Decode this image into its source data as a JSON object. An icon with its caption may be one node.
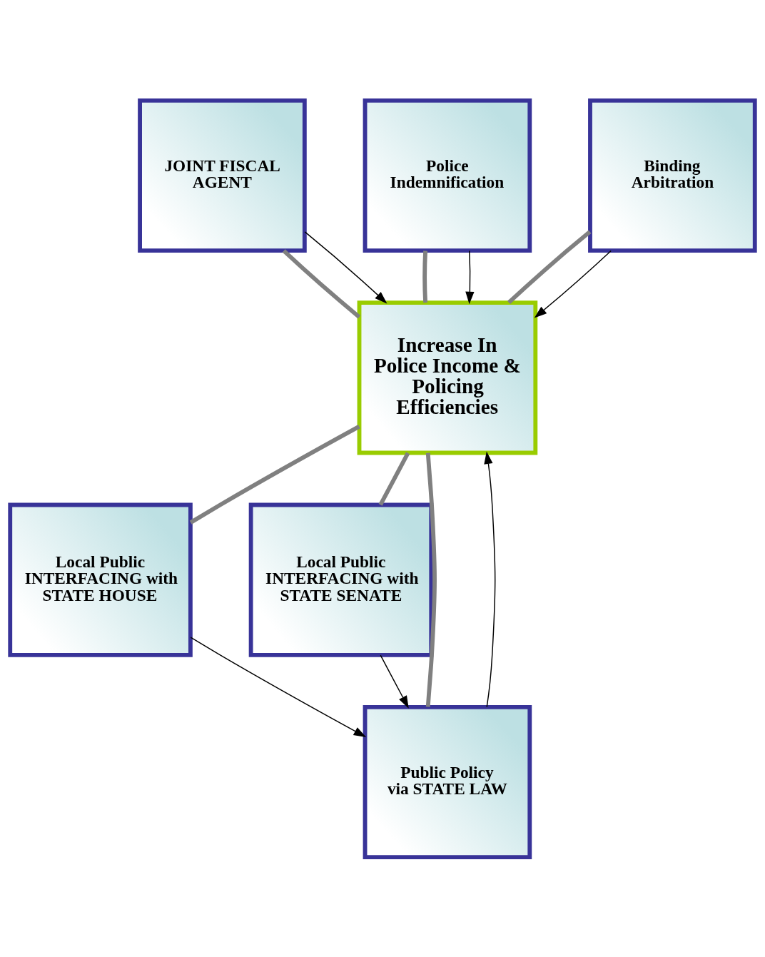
{
  "diagram": {
    "nodes": [
      {
        "text": [
          "JOINT FISCAL AGENT"
        ]
      },
      {
        "text": [
          "Police Indemnification"
        ]
      },
      {
        "text": [
          "Binding Arbitration"
        ]
      },
      {
        "text": [
          "Increase In Police Income & Policing Efficiencies"
        ]
      },
      {
        "text": [
          "Local Public INTERFACING with STATE HOUSE"
        ]
      },
      {
        "text": [
          "Local Public INTERFACING with STATE SENATE"
        ]
      },
      {
        "text": [
          "Public Policy via STATE LAW"
        ]
      }
    ],
    "edges": [
      {
        "from": 0,
        "to": 3,
        "arrow": "none",
        "style": "thick",
        "color": "#808080"
      },
      {
        "from": 1,
        "to": 3,
        "arrow": "none",
        "style": "thick",
        "color": "#808080"
      },
      {
        "from": 2,
        "to": 3,
        "arrow": "none",
        "style": "thick",
        "color": "#808080"
      },
      {
        "from": 3,
        "to": 4,
        "arrow": "none",
        "style": "thick",
        "color": "#808080"
      },
      {
        "from": 3,
        "to": 5,
        "arrow": "none",
        "style": "thick",
        "color": "#808080"
      },
      {
        "from": 3,
        "to": 6,
        "arrow": "none",
        "style": "thick",
        "color": "#808080"
      },
      {
        "from": 0,
        "to": 3,
        "arrow": "to",
        "color": "#000000"
      },
      {
        "from": 1,
        "to": 3,
        "arrow": "to",
        "color": "#000000"
      },
      {
        "from": 2,
        "to": 3,
        "arrow": "to",
        "color": "#000000"
      },
      {
        "from": 6,
        "to": 3,
        "arrow": "to",
        "color": "#000000"
      },
      {
        "from": 4,
        "to": 6,
        "arrow": "to",
        "color": "#000000"
      },
      {
        "from": 5,
        "to": 6,
        "arrow": "to",
        "color": "#000000"
      }
    ]
  }
}
